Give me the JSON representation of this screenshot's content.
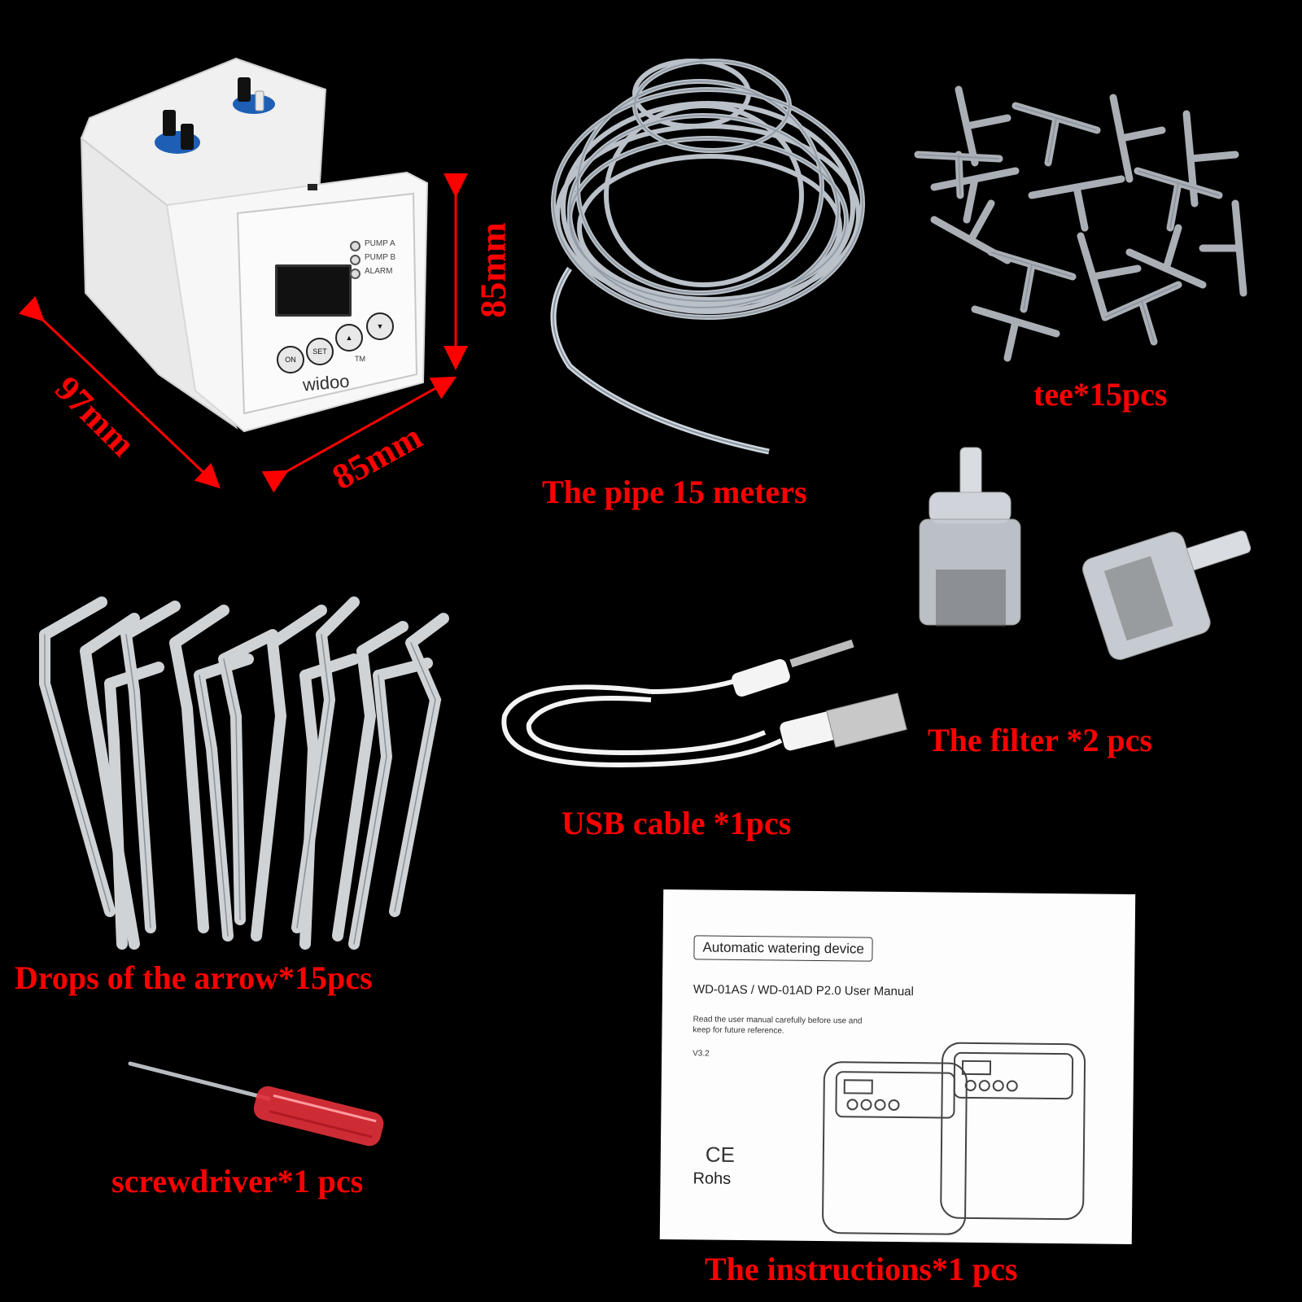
{
  "device": {
    "brand": "widoo",
    "trademark": "TM",
    "indicators": [
      "PUMP A",
      "PUMP B",
      "ALARM"
    ],
    "buttons": {
      "on": "ON",
      "set": "SET"
    }
  },
  "dimensions": {
    "height": "85mm",
    "width": "85mm",
    "depth": "97mm"
  },
  "captions": {
    "pipe": "The pipe 15 meters",
    "tee": "tee*15pcs",
    "filter": "The filter *2 pcs",
    "usb": "USB cable *1pcs",
    "drops": "Drops of the arrow*15pcs",
    "screwdriver": "screwdriver*1 pcs",
    "instructions": "The instructions*1 pcs"
  },
  "manual": {
    "title": "Automatic watering device",
    "subtitle": "WD-01AS / WD-01AD  P2.0  User Manual",
    "note": "Read the user manual carefully before use and keep for future reference.",
    "version": "V3.2",
    "ce": "CE",
    "rohs": "Rohs"
  },
  "colors": {
    "caption": "#ff0000",
    "background": "#000000",
    "device": "#f4f4f4",
    "screwdriver_handle": "#e0303a"
  }
}
